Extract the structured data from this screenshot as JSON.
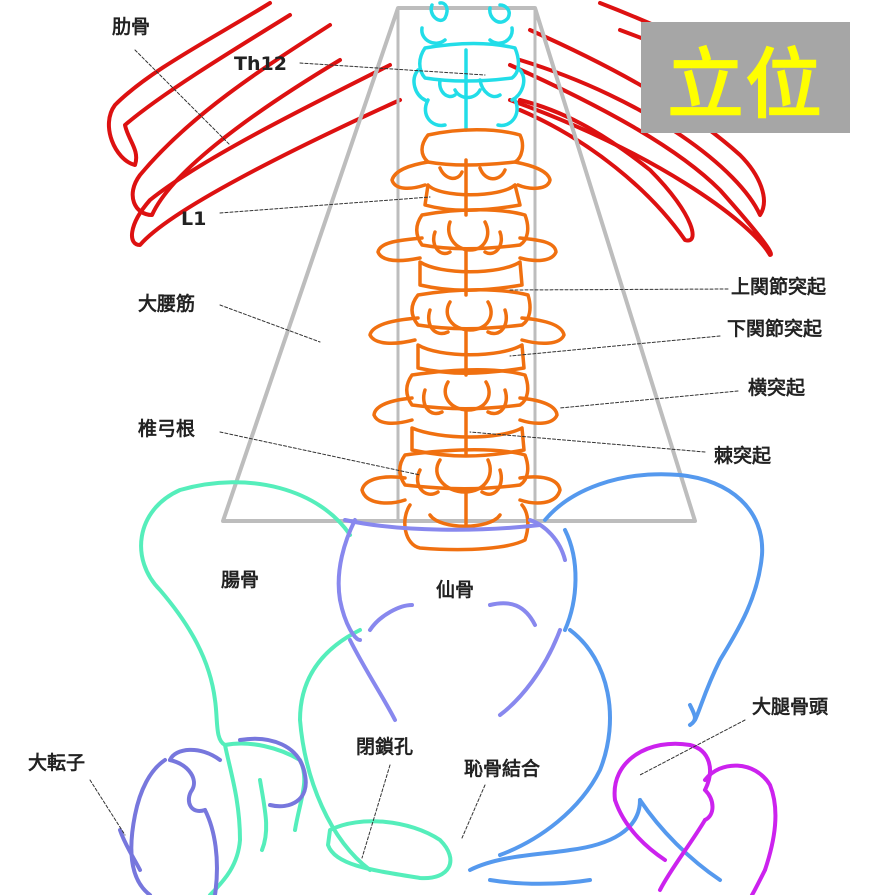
{
  "badge": {
    "text": "立位",
    "background": "#a6a6a6",
    "color": "#ffff00"
  },
  "labels": {
    "rib": "肋骨",
    "th12": "Th12",
    "l1": "L1",
    "psoas": "大腰筋",
    "pedicle": "椎弓根",
    "superior_articular": "上関節突起",
    "inferior_articular": "下関節突起",
    "transverse": "横突起",
    "spinous": "棘突起",
    "ilium": "腸骨",
    "sacrum": "仙骨",
    "greater_trochanter": "大転子",
    "obturator_foramen": "閉鎖孔",
    "pubic_symphysis": "恥骨結合",
    "femoral_head": "大腿骨頭"
  },
  "colors": {
    "rib": "#dd1111",
    "thoracic_vertebra": "#22dde8",
    "lumbar_vertebra": "#f07010",
    "psoas": "#bdbdbd",
    "ilium": "#55eebb",
    "sacrum": "#8888ee",
    "right_pelvis": "#5599ee",
    "femur": "#7777dd",
    "femoral_head": "#cc22ee"
  }
}
